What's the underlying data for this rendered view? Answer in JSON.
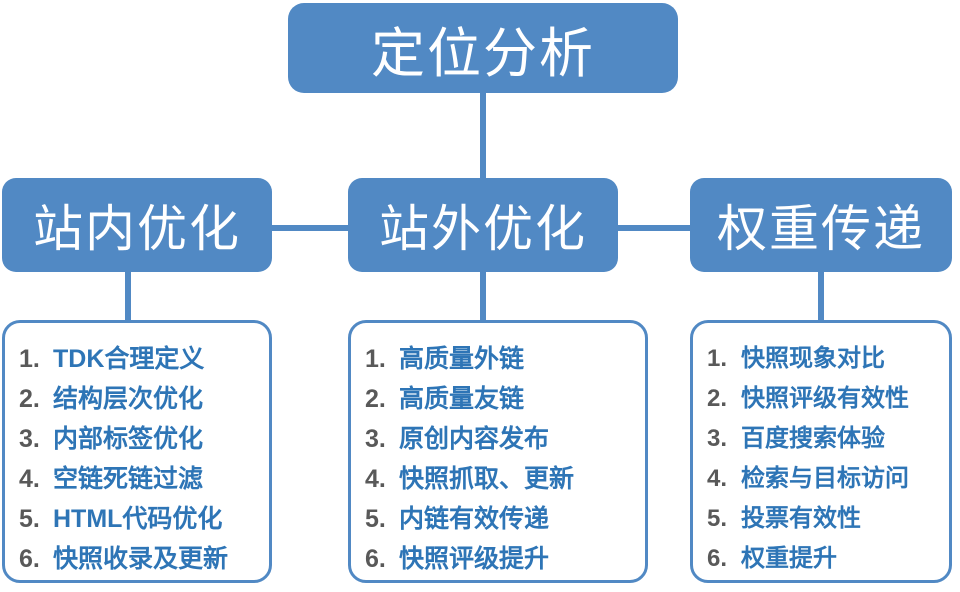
{
  "diagram": {
    "root": {
      "label": "定位分析"
    },
    "branches": [
      {
        "label": "站内优化"
      },
      {
        "label": "站外优化"
      },
      {
        "label": "权重传递"
      }
    ],
    "lists": [
      {
        "items": [
          {
            "num": "1.",
            "text": "TDK合理定义"
          },
          {
            "num": "2.",
            "text": "结构层次优化"
          },
          {
            "num": "3.",
            "text": "内部标签优化"
          },
          {
            "num": "4.",
            "text": "空链死链过滤"
          },
          {
            "num": "5.",
            "text": "HTML代码优化"
          },
          {
            "num": "6.",
            "text": "快照收录及更新"
          }
        ]
      },
      {
        "items": [
          {
            "num": "1.",
            "text": "高质量外链"
          },
          {
            "num": "2.",
            "text": "高质量友链"
          },
          {
            "num": "3.",
            "text": "原创内容发布"
          },
          {
            "num": "4.",
            "text": "快照抓取、更新"
          },
          {
            "num": "5.",
            "text": "内链有效传递"
          },
          {
            "num": "6.",
            "text": "快照评级提升"
          }
        ]
      },
      {
        "items": [
          {
            "num": "1.",
            "text": "快照现象对比"
          },
          {
            "num": "2.",
            "text": "快照评级有效性"
          },
          {
            "num": "3.",
            "text": "百度搜索体验"
          },
          {
            "num": "4.",
            "text": "检索与目标访问"
          },
          {
            "num": "5.",
            "text": "投票有效性"
          },
          {
            "num": "6.",
            "text": "权重提升"
          }
        ]
      }
    ],
    "colors": {
      "node_fill": "#5189C4",
      "node_text": "#FFFFFF",
      "list_border": "#5189C4",
      "list_bg": "#FFFFFF",
      "item_number": "#595959",
      "item_text": "#2E75B6",
      "connector": "#5189C4"
    }
  }
}
